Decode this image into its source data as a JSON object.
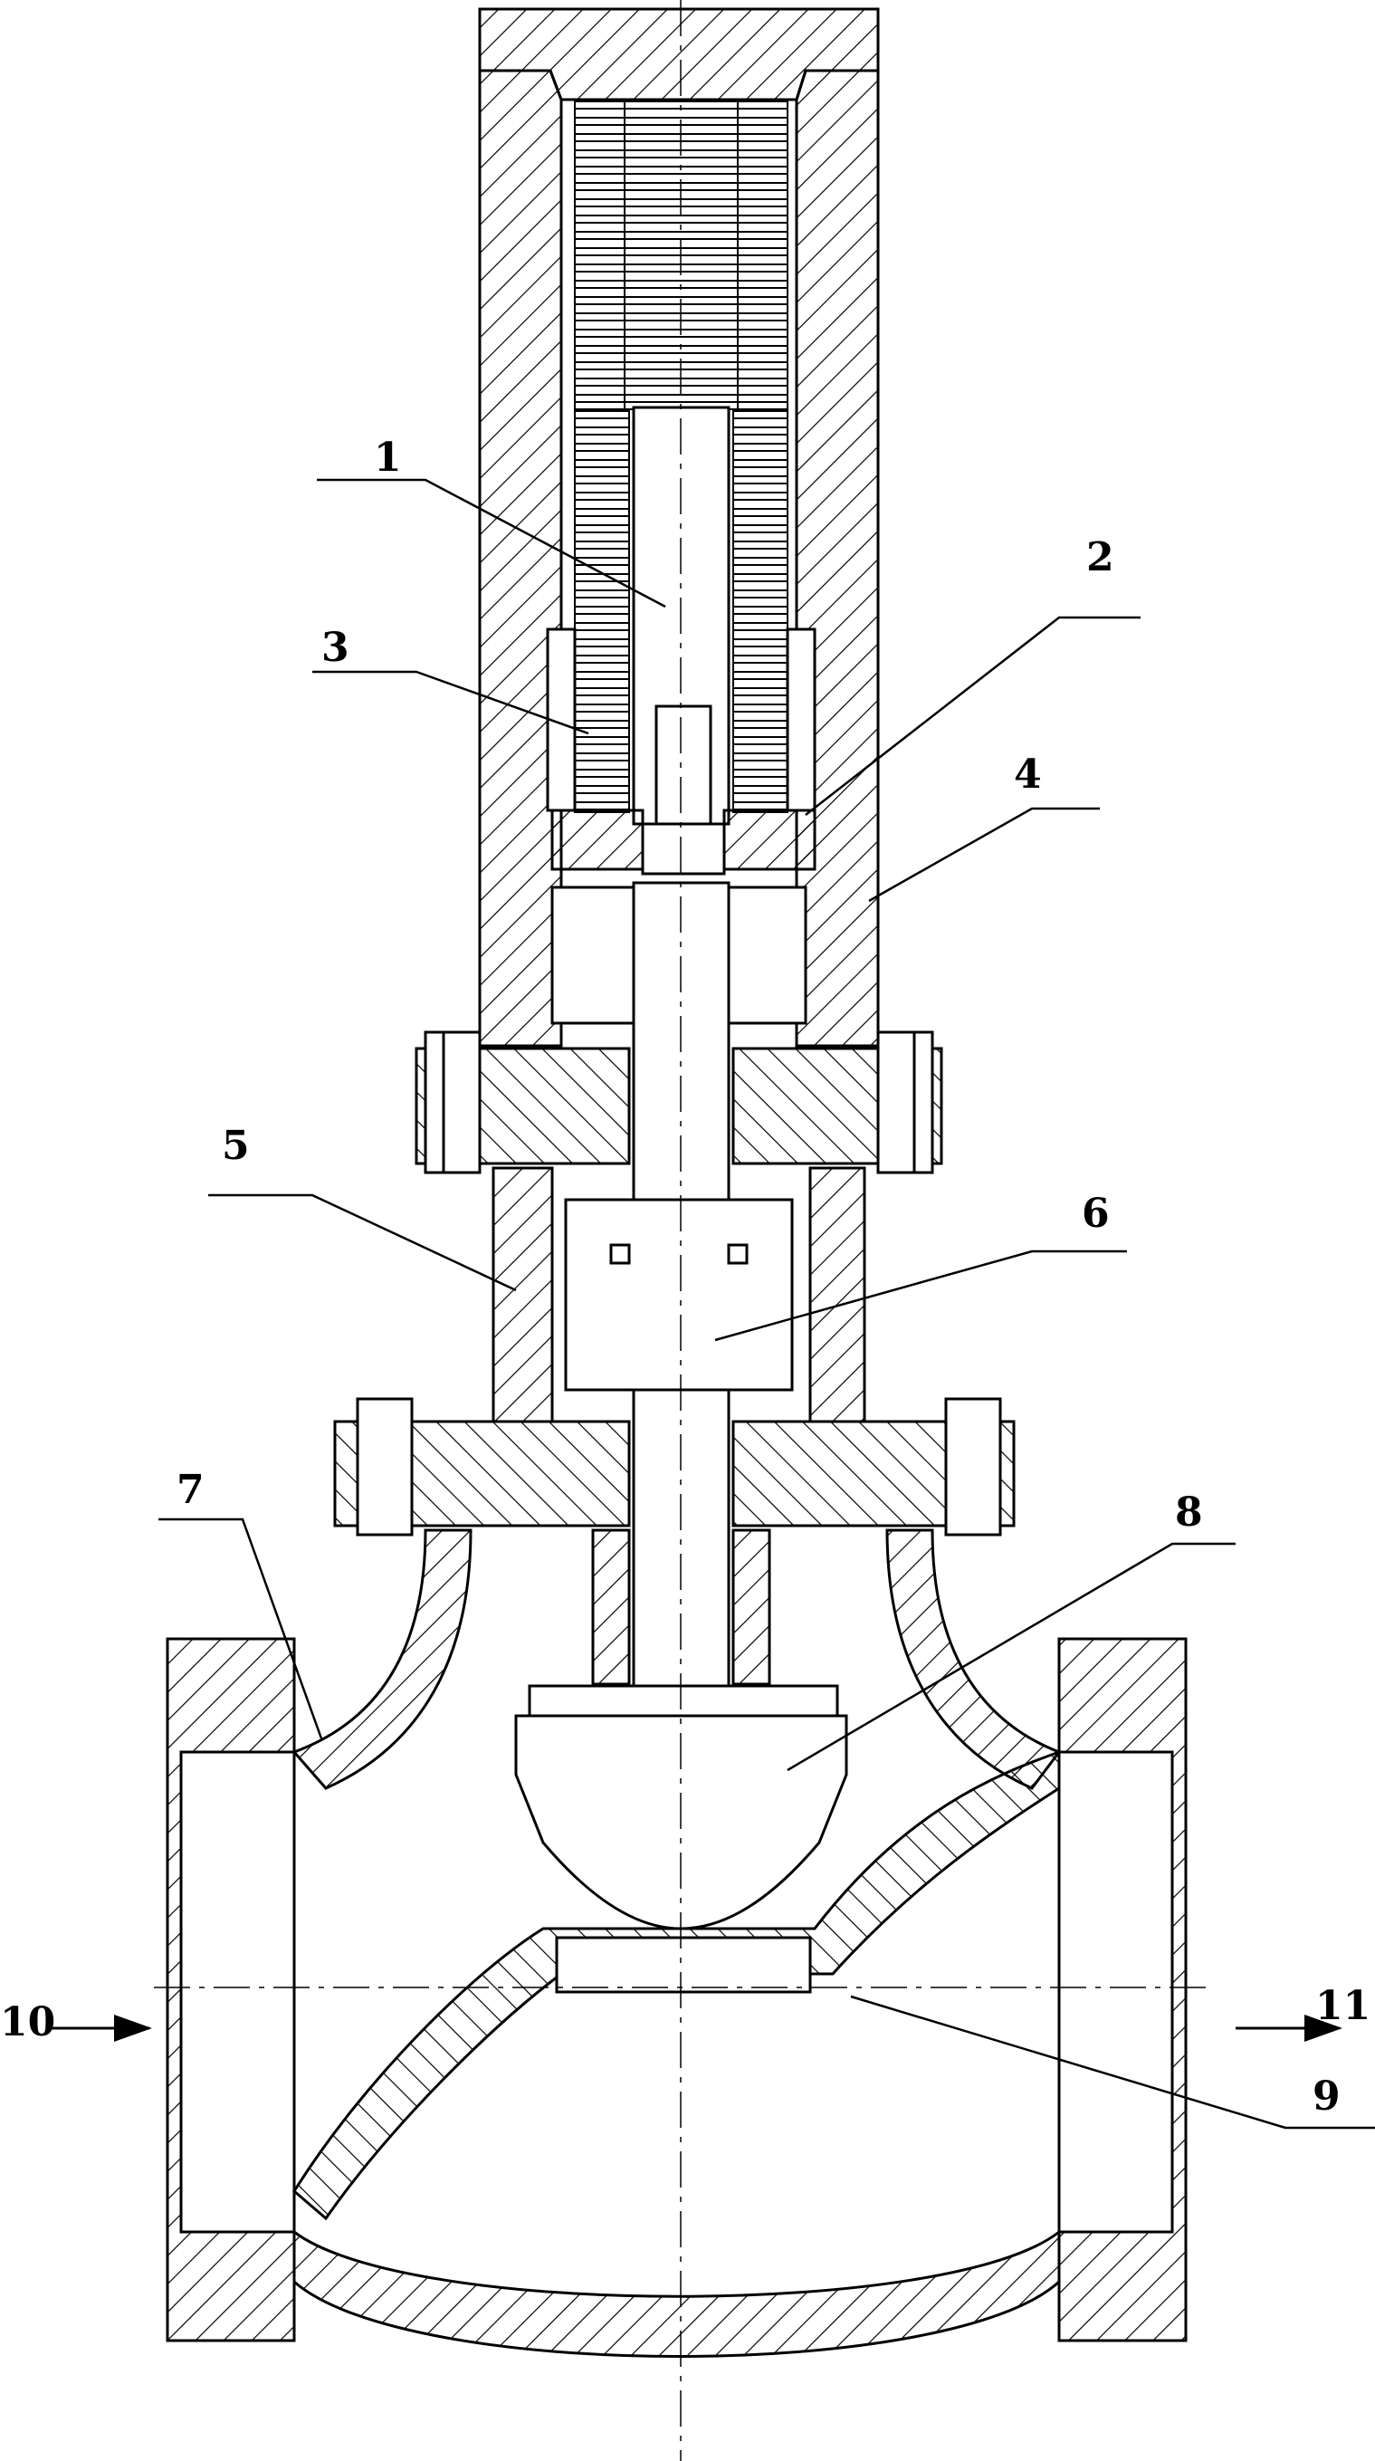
{
  "colors": {
    "line": "#000000",
    "background": "#ffffff"
  },
  "callouts": [
    {
      "id": "1",
      "label": "1"
    },
    {
      "id": "2",
      "label": "2"
    },
    {
      "id": "3",
      "label": "3"
    },
    {
      "id": "4",
      "label": "4"
    },
    {
      "id": "5",
      "label": "5"
    },
    {
      "id": "6",
      "label": "6"
    },
    {
      "id": "7",
      "label": "7"
    },
    {
      "id": "8",
      "label": "8"
    },
    {
      "id": "9",
      "label": "9"
    },
    {
      "id": "10",
      "label": "10"
    },
    {
      "id": "11",
      "label": "11"
    }
  ]
}
